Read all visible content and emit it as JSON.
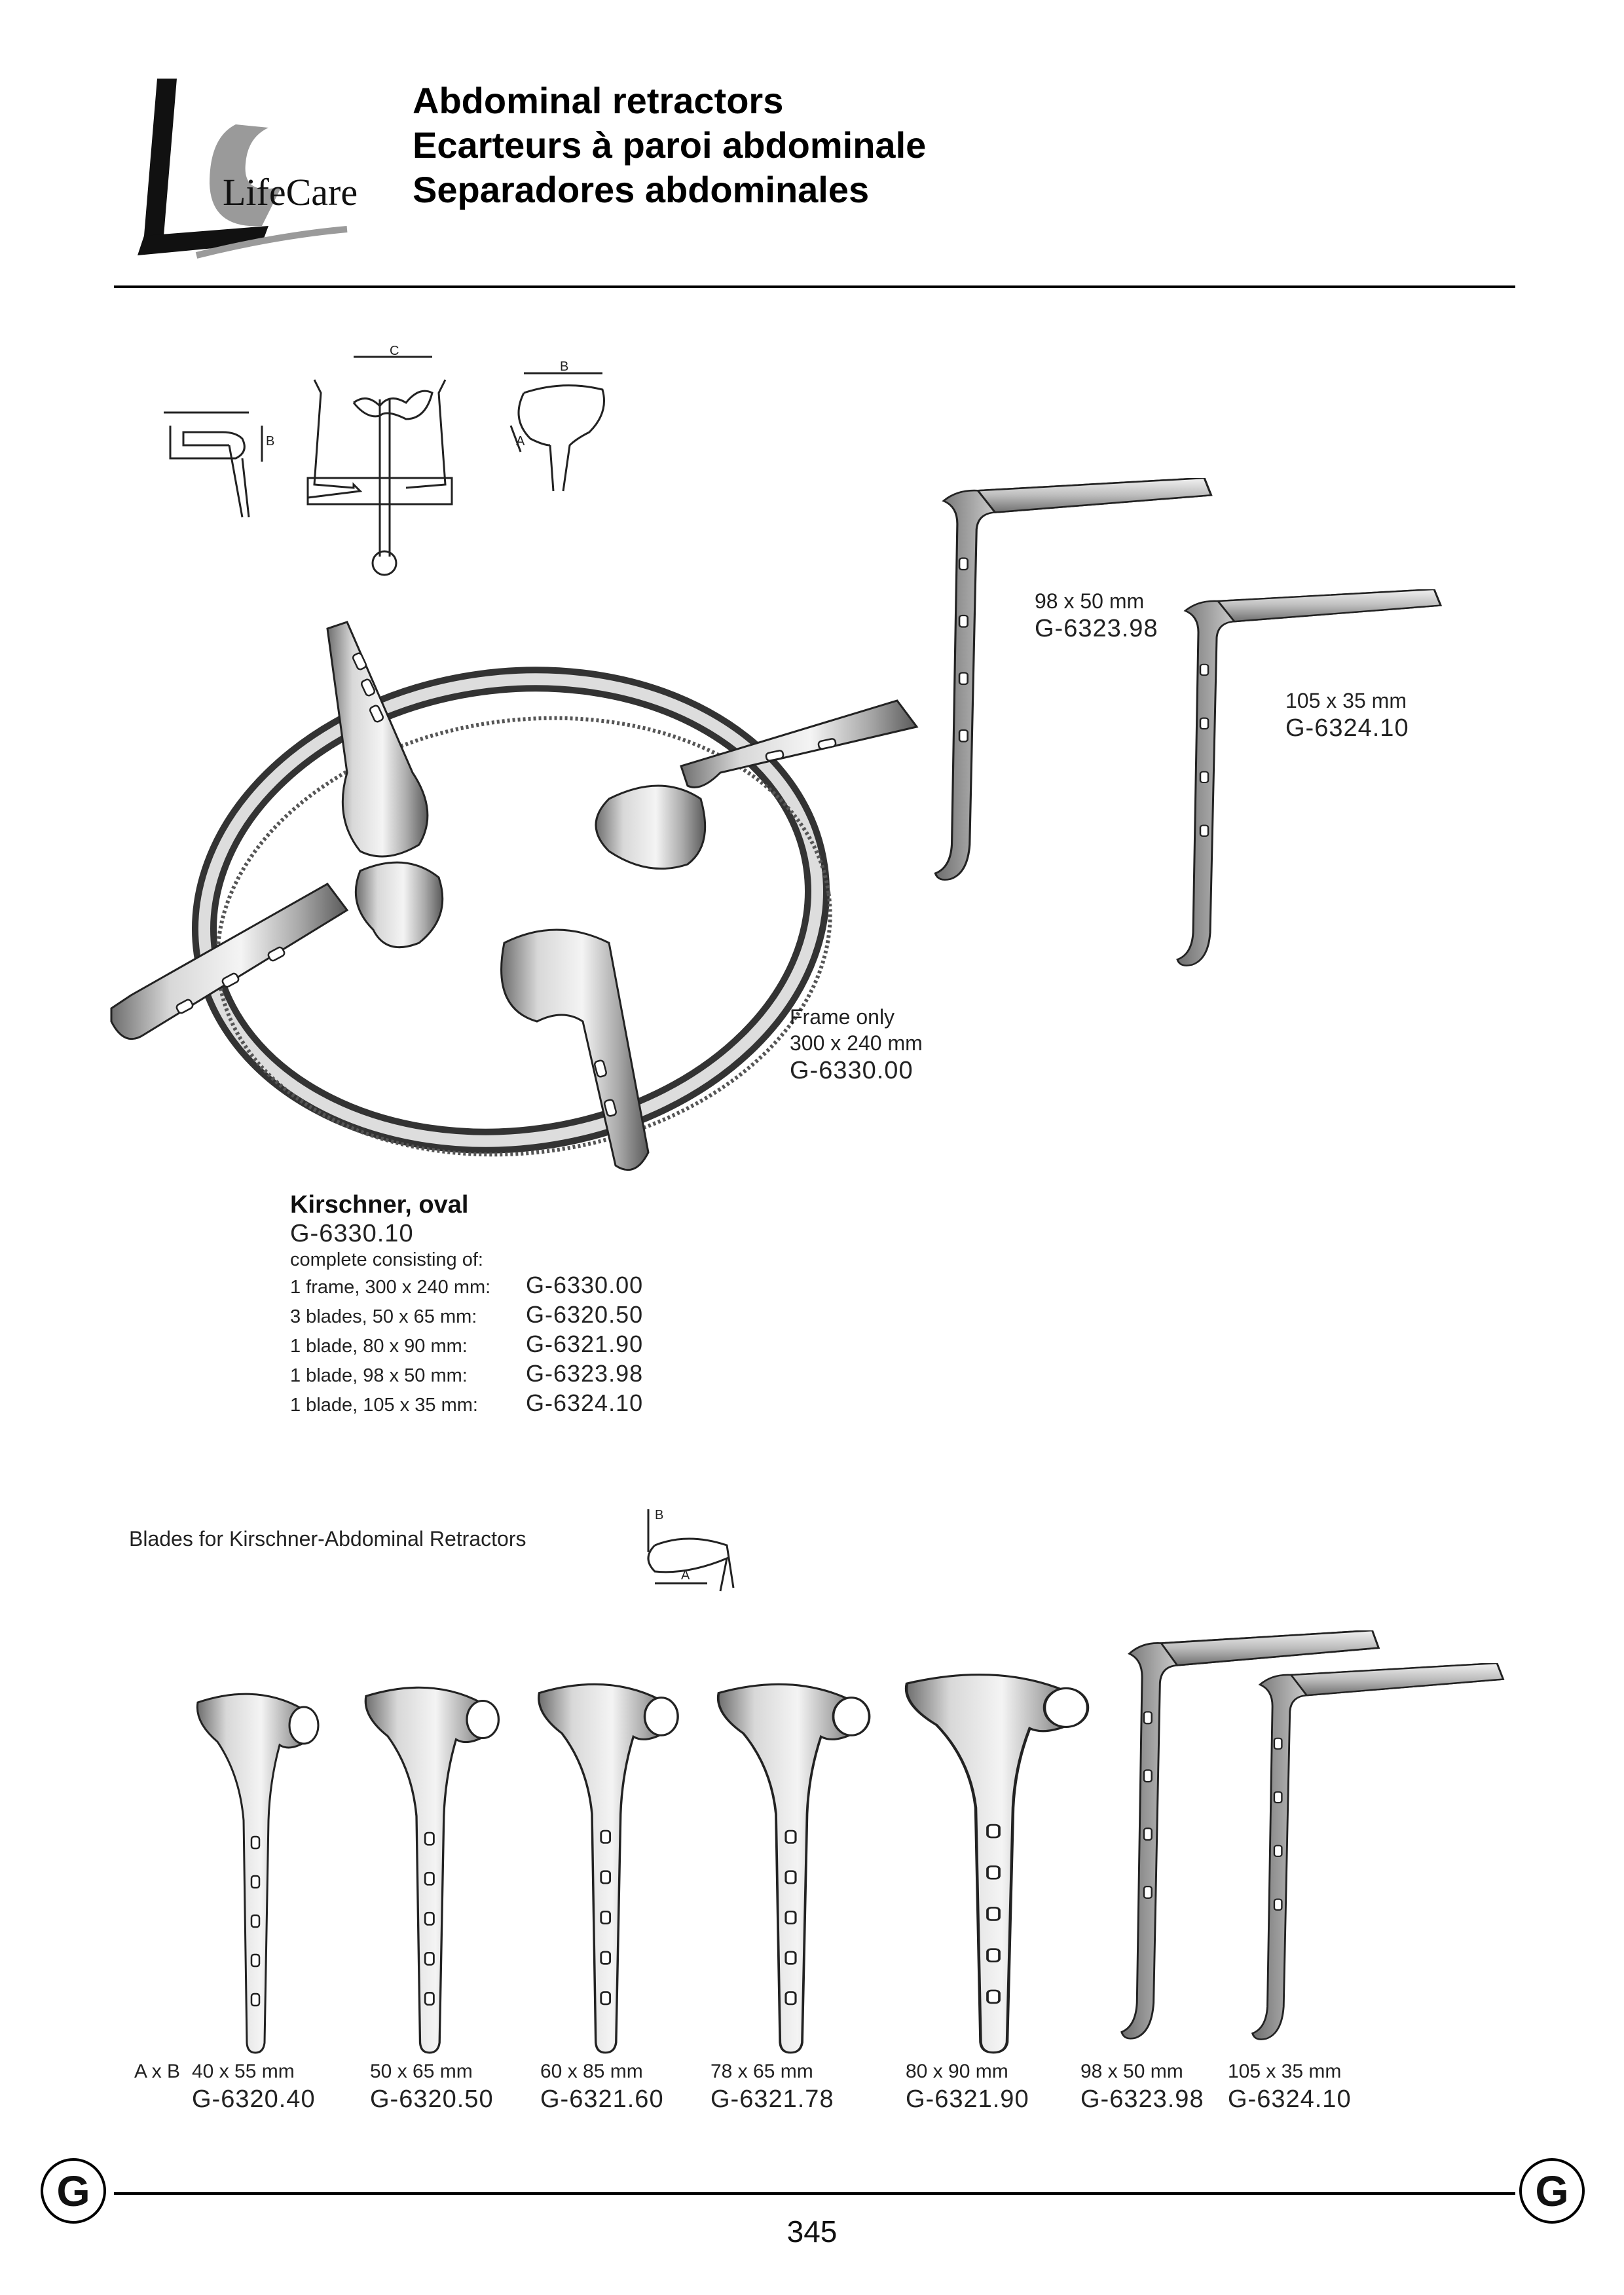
{
  "brand": {
    "logo_text": "LifeCare"
  },
  "header": {
    "titles": [
      "Abdominal retractors",
      "Ecarteurs à paroi abdominale",
      "Separadores abdominales"
    ]
  },
  "diagram_letters": {
    "a": "A",
    "b": "B",
    "c": "C"
  },
  "products_top": {
    "blade_98": {
      "dim": "98 x 50 mm",
      "code": "G-6323.98"
    },
    "blade_105": {
      "dim": "105 x 35 mm",
      "code": "G-6324.10"
    },
    "frame": {
      "label": "Frame only",
      "dim": "300 x 240 mm",
      "code": "G-6330.00"
    }
  },
  "kirschner": {
    "title": "Kirschner, oval",
    "code": "G-6330.10",
    "subtitle": "complete consisting of:",
    "items": [
      {
        "desc": "1  frame, 300 x 240 mm:",
        "code": "G-6330.00"
      },
      {
        "desc": "3  blades, 50 x 65 mm:",
        "code": "G-6320.50"
      },
      {
        "desc": "1  blade, 80 x 90 mm:",
        "code": "G-6321.90"
      },
      {
        "desc": "1  blade, 98 x 50 mm:",
        "code": "G-6323.98"
      },
      {
        "desc": "1  blade, 105 x 35 mm:",
        "code": "G-6324.10"
      }
    ]
  },
  "blades_section": {
    "title": "Blades for Kirschner-Abdominal Retractors",
    "axb_label": "A x B",
    "blades": [
      {
        "dim": "40 x 55 mm",
        "code": "G-6320.40"
      },
      {
        "dim": "50 x 65 mm",
        "code": "G-6320.50"
      },
      {
        "dim": "60 x 85 mm",
        "code": "G-6321.60"
      },
      {
        "dim": "78 x 65 mm",
        "code": "G-6321.78"
      },
      {
        "dim": "80 x 90 mm",
        "code": "G-6321.90"
      },
      {
        "dim": "98 x 50 mm",
        "code": "G-6323.98"
      },
      {
        "dim": "105 x 35 mm",
        "code": "G-6324.10"
      }
    ]
  },
  "footer": {
    "section_letter": "G",
    "page_number": "345"
  }
}
